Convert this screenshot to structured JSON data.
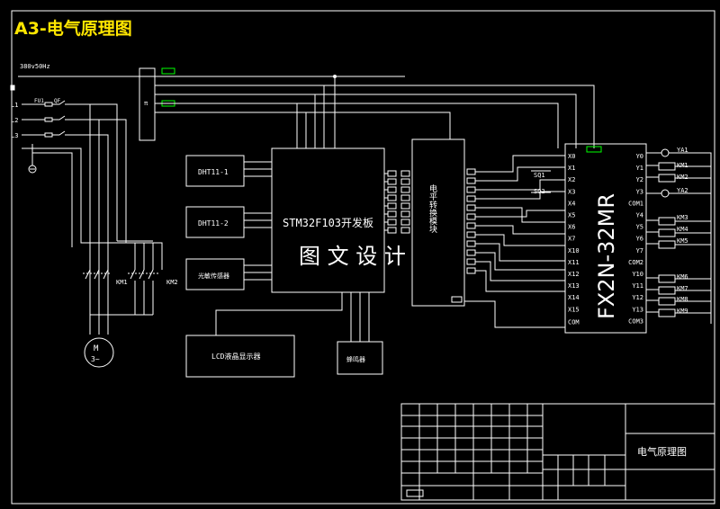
{
  "title": "A3-电气原理图",
  "power_supply": "380v50Hz",
  "lines": [
    "L1",
    "L2",
    "L3"
  ],
  "fuse_label": "FU1",
  "breaker_label": "QF",
  "contactors": [
    "KM1",
    "KM2"
  ],
  "motor_label": "M\n3~",
  "small_labels": [
    "π"
  ],
  "sensors": [
    "DHT11-1",
    "DHT11-2",
    "光敏传感器"
  ],
  "mcu_label": "STM32F103开发板",
  "relay_module_label": "电平转换模块",
  "lcd_label": "LCD液晶显示器",
  "buzzer_label": "蜂鸣器",
  "plc_label": "FX2N-32MR",
  "plc_inputs": [
    "X0",
    "X1",
    "X2",
    "X3",
    "X4",
    "X5",
    "X6",
    "X7",
    "X10",
    "X11",
    "X12",
    "X13",
    "X14",
    "X15",
    "COM"
  ],
  "plc_outputs": [
    "Y0",
    "Y1",
    "Y2",
    "Y3",
    "COM1",
    "Y4",
    "Y5",
    "Y6",
    "Y7",
    "COM2",
    "Y10",
    "Y11",
    "Y12",
    "Y13",
    "COM3"
  ],
  "input_switches": [
    "SQ1",
    "SQ2"
  ],
  "output_loads": [
    "YA1",
    "KM1",
    "KM2",
    "YA2",
    "KM3",
    "KM4",
    "KM5",
    "KM6",
    "KM7",
    "KM8",
    "KM9"
  ],
  "watermark": "图 文 设 计",
  "title_block_name": "电气原理图",
  "colors": {
    "background": "#000000",
    "wire": "#ffffff",
    "title": "#ffe600",
    "marker": "#00ff00"
  }
}
